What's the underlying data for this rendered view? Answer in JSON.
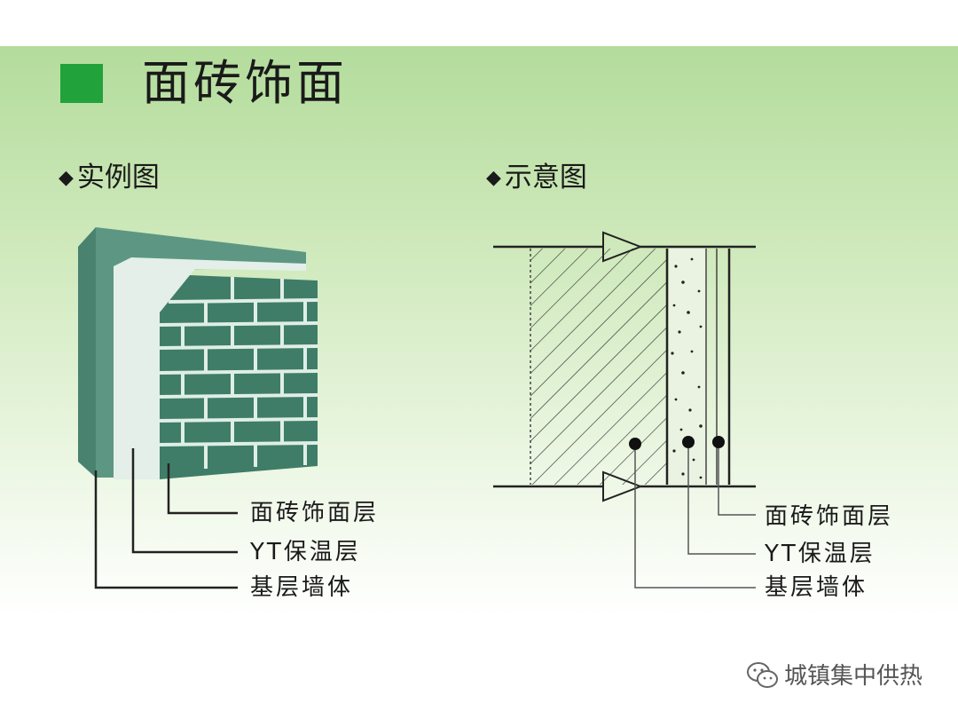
{
  "title": "面砖饰面",
  "left_panel": {
    "heading": "实例图",
    "labels": [
      "面砖饰面层",
      "YT保温层",
      "基层墙体"
    ]
  },
  "right_panel": {
    "heading": "示意图",
    "labels": [
      "面砖饰面层",
      "YT保温层",
      "基层墙体"
    ]
  },
  "watermark": "城镇集中供热",
  "colors": {
    "accent_square": "#22a23a",
    "base_wall": "#5d9783",
    "insulation": "#e3efe8",
    "tile": "#3f7d68",
    "grout": "#dfeee6"
  }
}
